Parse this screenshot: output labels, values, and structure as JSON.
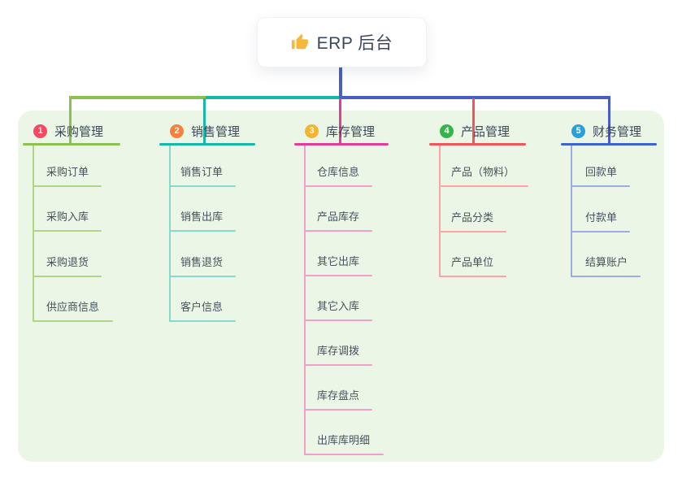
{
  "root": {
    "label": "ERP 后台",
    "icon": "thumbs-up-icon",
    "icon_color": "#f5b83a",
    "line_color": "#4a5cc5",
    "text_color": "#3b4859"
  },
  "colors": {
    "canvas_bg": "#ffffff",
    "panel_bg": "#ebf6e6",
    "heading_text": "#3b4859",
    "child_text": "#46525c"
  },
  "branches": [
    {
      "num": "1",
      "title": "采购管理",
      "badge_color": "#f8475f",
      "line_color": "#8cc152",
      "light_color": "#aed687",
      "children": [
        "采购订单",
        "采购入库",
        "采购退货",
        "供应商信息"
      ]
    },
    {
      "num": "2",
      "title": "销售管理",
      "badge_color": "#f6813c",
      "line_color": "#17b8a6",
      "light_color": "#85d9cd",
      "children": [
        "销售订单",
        "销售出库",
        "销售退货",
        "客户信息"
      ]
    },
    {
      "num": "3",
      "title": "库存管理",
      "badge_color": "#f6b42c",
      "line_color": "#e23c96",
      "light_color": "#f29fc9",
      "children": [
        "仓库信息",
        "产品库存",
        "其它出库",
        "其它入库",
        "库存调拨",
        "库存盘点",
        "出库库明细"
      ]
    },
    {
      "num": "4",
      "title": "产品管理",
      "badge_color": "#35b44a",
      "line_color": "#f1555c",
      "light_color": "#f8a4a8",
      "children": [
        "产品（物料）",
        "产品分类",
        "产品单位"
      ]
    },
    {
      "num": "5",
      "title": "财务管理",
      "badge_color": "#2b9fd9",
      "line_color": "#3e63cc",
      "light_color": "#9aace2",
      "children": [
        "回款单",
        "付款单",
        "结算账户"
      ]
    }
  ]
}
